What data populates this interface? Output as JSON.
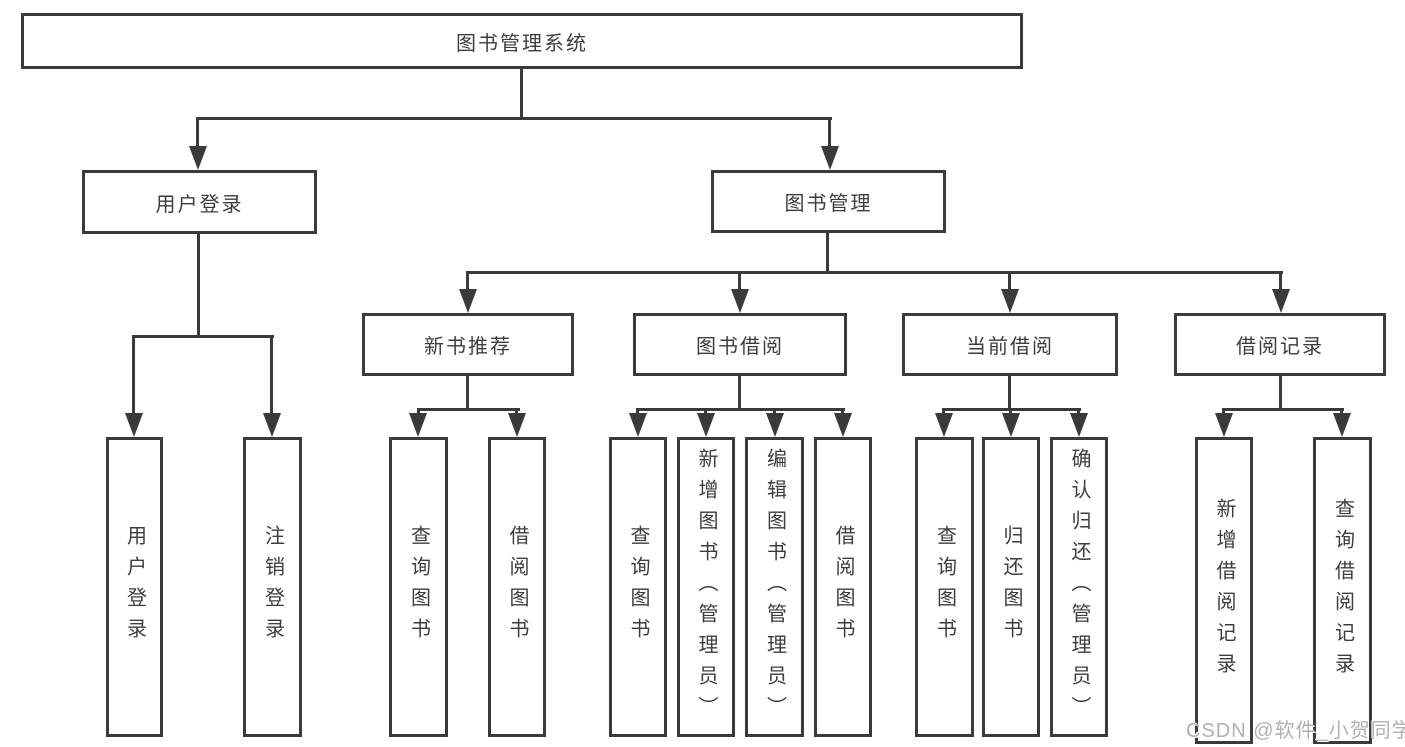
{
  "diagram_title": "图书管理系统",
  "watermark": "CSDN @软件_小贺同学",
  "colors": {
    "line": "#3a3a3a",
    "box_background": "#ffffff",
    "text": "#3d3d3d",
    "watermark_text": "#b0b0b0"
  },
  "tree": {
    "label": "图书管理系统",
    "children": [
      {
        "label": "用户登录",
        "children": [
          {
            "label": "用户登录"
          },
          {
            "label": "注销登录"
          }
        ]
      },
      {
        "label": "图书管理",
        "children": [
          {
            "label": "新书推荐",
            "children": [
              {
                "label": "查询图书"
              },
              {
                "label": "借阅图书"
              }
            ]
          },
          {
            "label": "图书借阅",
            "children": [
              {
                "label": "查询图书"
              },
              {
                "label": "新增图书（管理员）"
              },
              {
                "label": "编辑图书（管理员）"
              },
              {
                "label": "借阅图书"
              }
            ]
          },
          {
            "label": "当前借阅",
            "children": [
              {
                "label": "查询图书"
              },
              {
                "label": "归还图书"
              },
              {
                "label": "确认归还（管理员）"
              }
            ]
          },
          {
            "label": "借阅记录",
            "children": [
              {
                "label": "新增借阅记录"
              },
              {
                "label": "查询借阅记录"
              }
            ]
          }
        ]
      }
    ]
  }
}
